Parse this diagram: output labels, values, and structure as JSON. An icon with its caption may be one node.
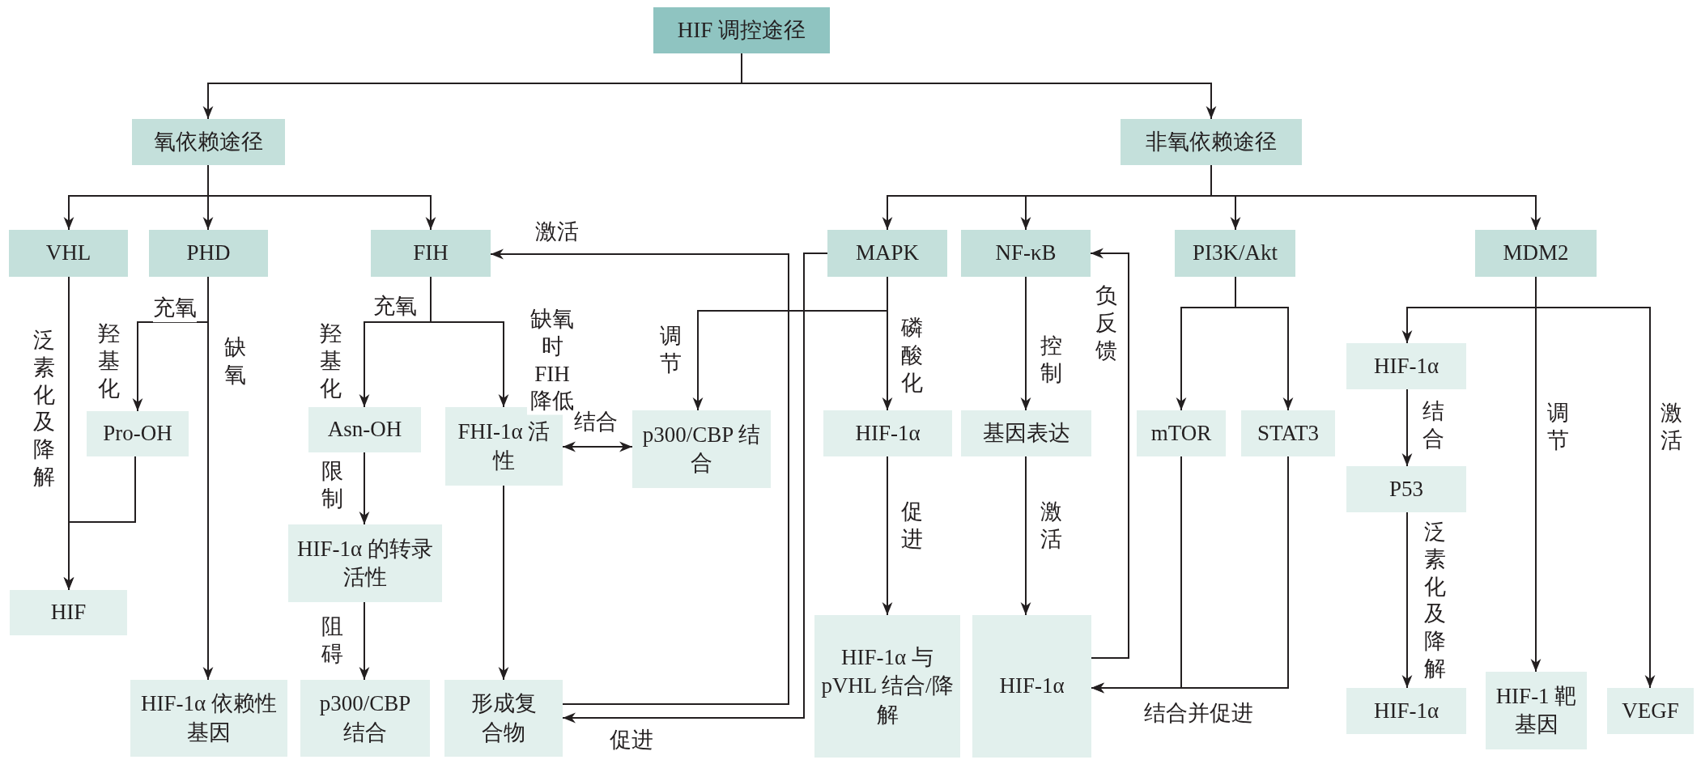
{
  "diagram": {
    "nodes": [
      {
        "text": [
          "HIF 调控途径"
        ]
      },
      {
        "text": [
          "氧依赖途径"
        ]
      },
      {
        "text": [
          "非氧依赖途径"
        ]
      },
      {
        "text": [
          "VHL"
        ]
      },
      {
        "text": [
          "PHD"
        ]
      },
      {
        "text": [
          "FIH"
        ]
      },
      {
        "text": [
          "MAPK"
        ]
      },
      {
        "text": [
          "NF-κB"
        ]
      },
      {
        "text": [
          "PI3K/Akt"
        ]
      },
      {
        "text": [
          "MDM2"
        ]
      },
      {
        "text": [
          "Pro-OH"
        ]
      },
      {
        "text": [
          "HIF"
        ]
      },
      {
        "text": [
          "HIF-1α 依赖性基因"
        ]
      },
      {
        "text": [
          "Asn-OH"
        ]
      },
      {
        "text": [
          "HIF-1α 的转录活性"
        ]
      },
      {
        "text": [
          "p300/CBP 结合"
        ]
      },
      {
        "text": [
          "FHI-1α 活性"
        ]
      },
      {
        "text": [
          "p300/CBP 结合"
        ]
      },
      {
        "text": [
          "形成复合物"
        ]
      },
      {
        "text": [
          "HIF-1α"
        ]
      },
      {
        "text": [
          "基因表达"
        ]
      },
      {
        "text": [
          "mTOR"
        ]
      },
      {
        "text": [
          "STAT3"
        ]
      },
      {
        "text": [
          "HIF-1α"
        ]
      },
      {
        "text": [
          "P53"
        ]
      },
      {
        "text": [
          "HIF-1α 与 pVHL 结合/降解"
        ]
      },
      {
        "text": [
          "HIF-1α"
        ]
      },
      {
        "text": [
          "HIF-1α"
        ]
      },
      {
        "text": [
          "HIF-1 靶基因"
        ]
      },
      {
        "text": [
          "VEGF"
        ]
      }
    ],
    "edges": [
      {
        "from": 0,
        "to": 1,
        "arrow": "to"
      },
      {
        "from": 0,
        "to": 2,
        "arrow": "to"
      },
      {
        "from": 1,
        "to": 3,
        "arrow": "to"
      },
      {
        "from": 1,
        "to": 4,
        "arrow": "to"
      },
      {
        "from": 1,
        "to": 5,
        "arrow": "to"
      },
      {
        "from": 2,
        "to": 6,
        "arrow": "to"
      },
      {
        "from": 2,
        "to": 7,
        "arrow": "to"
      },
      {
        "from": 2,
        "to": 8,
        "arrow": "to"
      },
      {
        "from": 2,
        "to": 9,
        "arrow": "to"
      },
      {
        "from": 3,
        "to": 11,
        "label": "泛素化及降解",
        "arrow": "to"
      },
      {
        "from": 4,
        "to": 10,
        "label": "羟基化",
        "arrow": "to"
      },
      {
        "from": 10,
        "to": 11,
        "arrow": "to"
      },
      {
        "from": 4,
        "to": 12,
        "label": "缺氧",
        "arrow": "to"
      },
      {
        "from": 5,
        "to": 13,
        "label": "羟基化",
        "arrow": "to"
      },
      {
        "from": 5,
        "to": 16,
        "label": "缺氧时 FIH 降低",
        "arrow": "to"
      },
      {
        "from": 13,
        "to": 14,
        "label": "限制",
        "arrow": "to"
      },
      {
        "from": 14,
        "to": 15,
        "label": "阻碍",
        "arrow": "to"
      },
      {
        "from": 16,
        "to": 17,
        "label": "结合",
        "arrow": "both"
      },
      {
        "from": 16,
        "to": 18,
        "arrow": "to"
      },
      {
        "from": 18,
        "to": 5,
        "label": "激活",
        "arrow": "to"
      },
      {
        "from": 6,
        "to": 18,
        "label": "促进",
        "arrow": "to"
      },
      {
        "from": 6,
        "to": 17,
        "label": "调节",
        "arrow": "to"
      },
      {
        "from": 6,
        "to": 19,
        "label": "磷酸化",
        "arrow": "to"
      },
      {
        "from": 19,
        "to": 25,
        "label": "促进",
        "arrow": "to"
      },
      {
        "from": 7,
        "to": 20,
        "label": "控制",
        "arrow": "to"
      },
      {
        "from": 20,
        "to": 26,
        "label": "激活",
        "arrow": "to"
      },
      {
        "from": 26,
        "to": 7,
        "label": "负反馈",
        "arrow": "to"
      },
      {
        "from": 8,
        "to": 21,
        "arrow": "to"
      },
      {
        "from": 8,
        "to": 22,
        "arrow": "to"
      },
      {
        "from": 21,
        "to": 26,
        "label": "结合并促进",
        "arrow": "to"
      },
      {
        "from": 22,
        "to": 26,
        "arrow": "to"
      },
      {
        "from": 9,
        "to": 23,
        "arrow": "to"
      },
      {
        "from": 9,
        "to": 28,
        "label": "调节",
        "arrow": "to"
      },
      {
        "from": 9,
        "to": 29,
        "label": "激活",
        "arrow": "to"
      },
      {
        "from": 23,
        "to": 24,
        "label": "结合",
        "arrow": "to"
      },
      {
        "from": 24,
        "to": 27,
        "label": "泛素化及降解",
        "arrow": "to"
      }
    ],
    "labels": [
      "充氧",
      "充氧"
    ]
  }
}
